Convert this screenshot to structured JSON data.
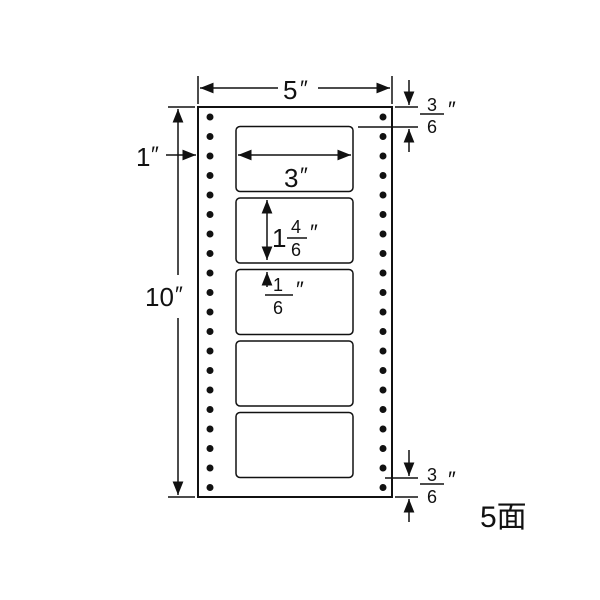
{
  "diagram": {
    "page_width": {
      "value": "5",
      "unit": "″"
    },
    "page_height": {
      "value": "10",
      "unit": "″"
    },
    "label_width": {
      "value": "3",
      "unit": "″"
    },
    "left_offset": {
      "value": "1",
      "unit": "″"
    },
    "label_height": {
      "whole": "1",
      "num": "4",
      "den": "6",
      "unit": "″"
    },
    "label_gap": {
      "num": "1",
      "den": "6",
      "unit": "″"
    },
    "top_margin": {
      "num": "3",
      "den": "6",
      "unit": "″"
    },
    "bottom_margin": {
      "num": "3",
      "den": "6",
      "unit": "″"
    },
    "labels_per_sheet": "5面",
    "label_count": 5,
    "holes_per_side": 20,
    "line_color": "#111111"
  }
}
